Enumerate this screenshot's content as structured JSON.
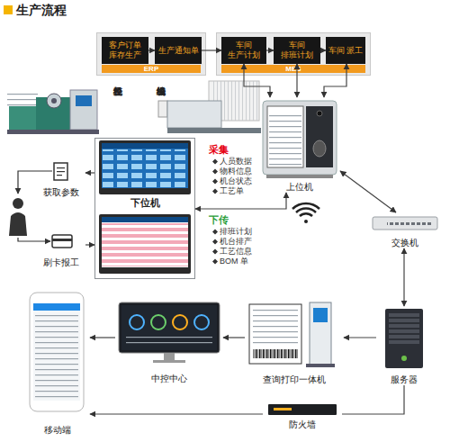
{
  "diagram": {
    "title": "生产流程",
    "nodes": [
      {
        "text": [
          "ERP"
        ]
      },
      {
        "text": [
          "客户订单 库存生产"
        ],
        "in": 0
      },
      {
        "text": [
          "生产通知单"
        ],
        "in": 0
      },
      {
        "text": [
          "MES"
        ]
      },
      {
        "text": [
          "车间 生产计划"
        ],
        "in": 3
      },
      {
        "text": [
          "车间 排班计划"
        ],
        "in": 3
      },
      {
        "text": [
          "车间 派工"
        ],
        "in": 3
      },
      {
        "text": [
          "下位机"
        ]
      },
      {
        "text": [
          "获取参数"
        ]
      },
      {
        "text": [
          "刷卡报工"
        ]
      },
      {
        "text": [
          "上位机"
        ]
      },
      {
        "text": [
          "交换机"
        ]
      },
      {
        "text": [
          "服务器"
        ]
      },
      {
        "text": [
          "查询打印一体机"
        ]
      },
      {
        "text": [
          "中控中心"
        ]
      },
      {
        "text": [
          "防火墙"
        ]
      },
      {
        "text": [
          "移动端"
        ]
      }
    ],
    "edges": [
      {
        "from": 1,
        "to": 2,
        "arrow": "to"
      },
      {
        "from": 2,
        "to": 4,
        "arrow": "to"
      },
      {
        "from": 4,
        "to": 5,
        "arrow": "to"
      },
      {
        "from": 5,
        "to": 6,
        "arrow": "to"
      },
      {
        "from": 4,
        "to": 10,
        "arrow": "both"
      },
      {
        "from": 5,
        "to": 10,
        "arrow": "both"
      },
      {
        "from": 6,
        "to": 10,
        "arrow": "both"
      },
      {
        "from": 7,
        "to": 10,
        "arrow": "both"
      },
      {
        "from": 7,
        "to": 8,
        "arrow": "to"
      },
      {
        "from": 9,
        "to": 7,
        "arrow": "to"
      },
      {
        "from": 10,
        "to": 11,
        "arrow": "both"
      },
      {
        "from": 11,
        "to": 12,
        "arrow": "both"
      },
      {
        "from": 12,
        "to": 13,
        "arrow": "to"
      },
      {
        "from": 13,
        "to": 14,
        "arrow": "to"
      },
      {
        "from": 14,
        "to": 16,
        "arrow": "to"
      },
      {
        "from": 12,
        "to": 15,
        "arrow": "none"
      },
      {
        "from": 15,
        "to": 16,
        "arrow": "to"
      }
    ],
    "labels": [
      "整经机",
      "经编机",
      "采集",
      "人员数据",
      "物料信息",
      "机台状态",
      "工艺单",
      "下传",
      "排班计划",
      "机台排产",
      "工艺信息",
      "BOM 单"
    ]
  }
}
